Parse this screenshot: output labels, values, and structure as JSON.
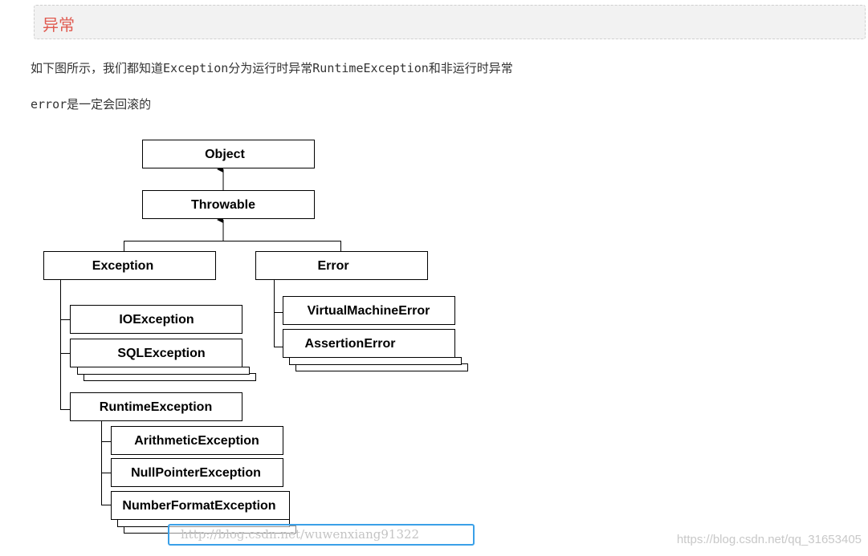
{
  "heading": {
    "title": "异常"
  },
  "paragraphs": {
    "intro": "如下图所示，我们都知道Exception分为运行时异常RuntimeException和非运行时异常",
    "error_note": "error是一定会回滚的"
  },
  "diagram": {
    "nodes": {
      "object": "Object",
      "throwable": "Throwable",
      "exception": "Exception",
      "error": "Error",
      "ioexception": "IOException",
      "sqlexception": "SQLException",
      "runtimeexception": "RuntimeException",
      "virtualmachineerror": "VirtualMachineError",
      "assertionerror": "AssertionError",
      "arithmeticexception": "ArithmeticException",
      "nullpointerexception": "NullPointerException",
      "numberformatexception": "NumberFormatException"
    }
  },
  "watermarks": {
    "inner": "http://blog.csdn.net/wuwenxiang91322",
    "corner": "https://blog.csdn.net/qq_31653405"
  },
  "colors": {
    "heading_text": "#e05a50",
    "heading_background": "#f2f2f2",
    "watermark_border": "#3aa0e8"
  }
}
